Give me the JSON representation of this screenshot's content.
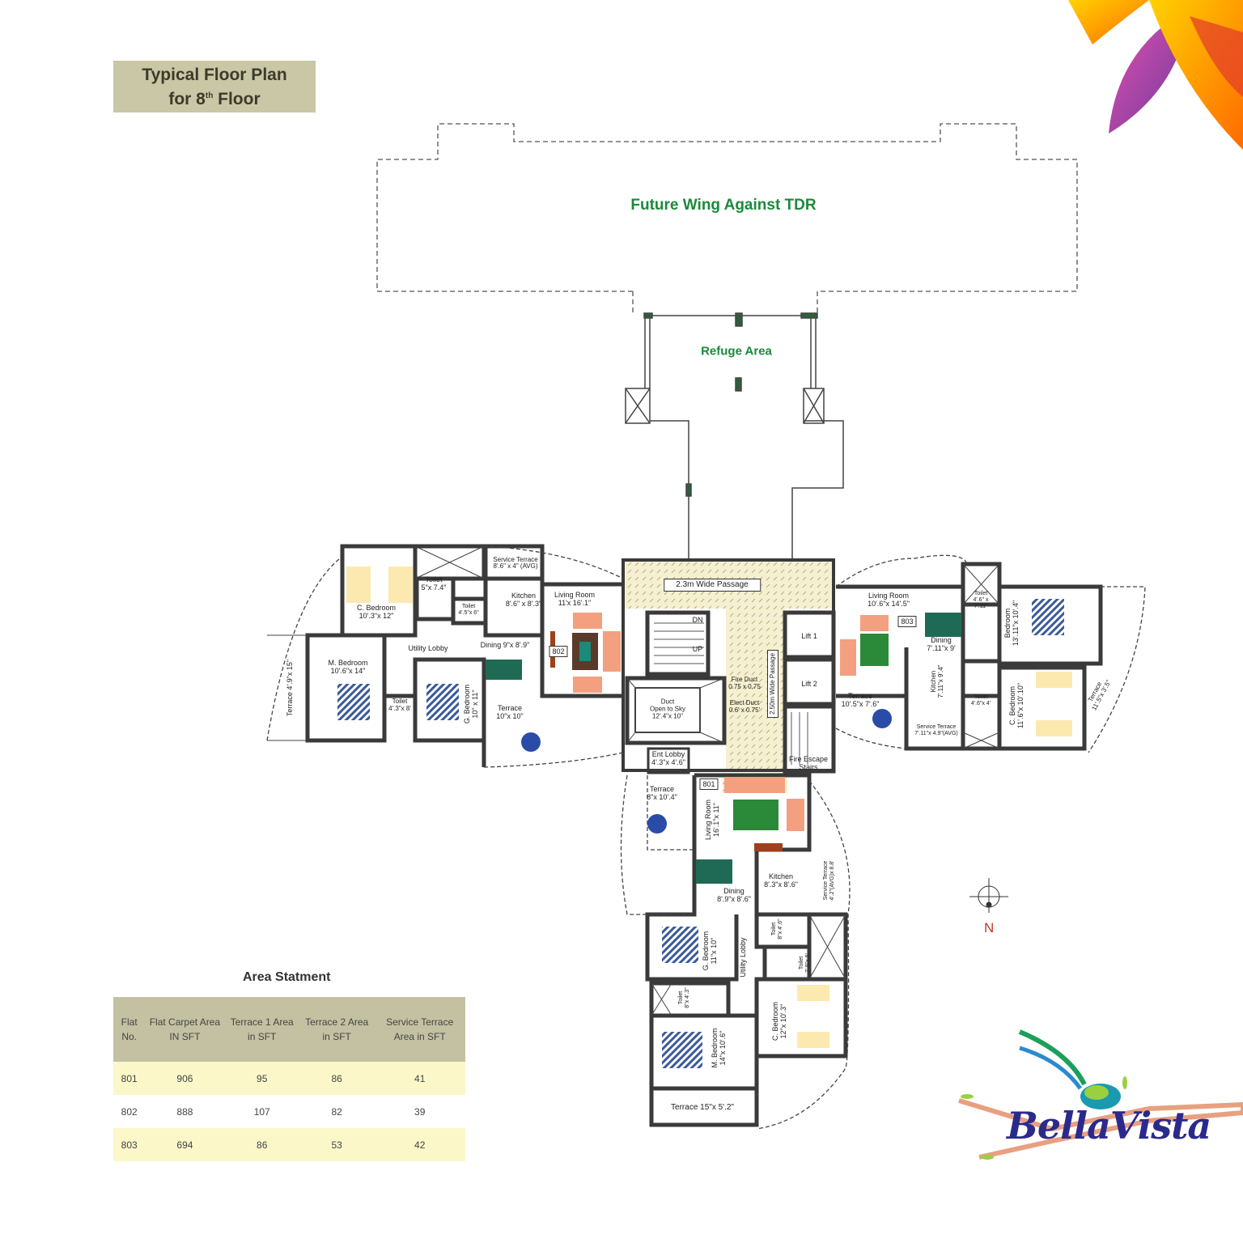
{
  "title": {
    "line1": "Typical Floor Plan",
    "line2_prefix": "for 8",
    "line2_sup": "th",
    "line2_suffix": " Floor"
  },
  "future_wing": "Future Wing Against TDR",
  "refuge_area": "Refuge Area",
  "flat_802": {
    "number": "802",
    "rooms": [
      {
        "name": "C. Bedroom",
        "size": "10'.3\"x 12\""
      },
      {
        "name": "Toilet",
        "size": "5\"x 7.4\""
      },
      {
        "name": "Toilet",
        "size": "4'.5\"x 6\""
      },
      {
        "name": "Service Terrace",
        "size": "8'.6\" x 4\" (AVG)"
      },
      {
        "name": "Kitchen",
        "size": "8'.6\" x 8'.3\""
      },
      {
        "name": "Living Room",
        "size": "11'x 16'.1\""
      },
      {
        "name": "Utility Lobby",
        "size": ""
      },
      {
        "name": "Dining 9\"x 8'.9\"",
        "size": ""
      },
      {
        "name": "M. Bedroom",
        "size": "10'.6\"x 14\""
      },
      {
        "name": "Toilet",
        "size": "4'.3\"x 8'"
      },
      {
        "name": "G. Bedroom",
        "size": "10\" x 11\""
      },
      {
        "name": "Terrace",
        "size": "10\"x 10\""
      },
      {
        "name": "Terrace 4'.9\"x 15\"",
        "size": ""
      }
    ]
  },
  "core": {
    "passage": "2.3m Wide Passage",
    "passage2": "2.50m Wide Passage",
    "dn": "DN",
    "up": "UP",
    "lift1": "Lift 1",
    "lift2": "Lift 2",
    "fire_duct": {
      "name": "Fire Duct",
      "size": "0.75 x 0.75"
    },
    "elect_duct": {
      "name": "Elect Duct",
      "size": "0.6' x 0.75'"
    },
    "duct": {
      "line1": "Duct",
      "line2": "Open to Sky",
      "line3": "12'.4\"x 10\""
    },
    "ent_lobby": {
      "name": "Ent Lobby",
      "size": "4'.3\"x 4'.6\""
    },
    "fire_escape": {
      "line1": "Fire Escape",
      "line2": "Stairs"
    }
  },
  "flat_803": {
    "number": "803",
    "rooms": [
      {
        "name": "Living Room",
        "size": "10'.6\"x 14'.5\""
      },
      {
        "name": "Dining",
        "size": "7'.11\"x 9'"
      },
      {
        "name": "Toilet",
        "size": "4'.6\" x 7'.11\""
      },
      {
        "name": "Bedroom",
        "size": "13'.11\"x 10'.4\""
      },
      {
        "name": "Kitchen",
        "size": "7'.11\"x 9'.4\""
      },
      {
        "name": "Terrace",
        "size": "10'.5\"x 7'.6\""
      },
      {
        "name": "Service Terrace",
        "size": "7'.11\"x 4.9\"(AVG)"
      },
      {
        "name": "Toilet",
        "size": "4'.6\"x 4'"
      },
      {
        "name": "C. Bedroom",
        "size": "11'.6\"x 10'.10\""
      },
      {
        "name": "Terrace",
        "size": "11'.5\"x 3'.5\""
      }
    ]
  },
  "flat_801": {
    "number": "801",
    "rooms": [
      {
        "name": "Terrace",
        "size": "8\"x 10'.4\""
      },
      {
        "name": "Living Room",
        "size": "16'.1\"x 11\""
      },
      {
        "name": "Kitchen",
        "size": "8'.3\"x 8'.6\""
      },
      {
        "name": "Service Terrace",
        "size": "4'.2\"(AVG)x 8.8'"
      },
      {
        "name": "Dining",
        "size": "8'.9\"x 8'.6\""
      },
      {
        "name": "Toilet",
        "size": "8\"x 4'.6\""
      },
      {
        "name": "G. Bedroom",
        "size": "11\"x 10\""
      },
      {
        "name": "Utility Lobby",
        "size": ""
      },
      {
        "name": "Toilet",
        "size": "7'.5\"x 5'"
      },
      {
        "name": "Toilet",
        "size": "8\"x 4'.3\""
      },
      {
        "name": "C. Bedroom",
        "size": "12\"x 10'.3\""
      },
      {
        "name": "M. Bedroom",
        "size": "14\"x 10'.6\""
      },
      {
        "name": "Terrace 15\"x 5'.2\"",
        "size": ""
      }
    ]
  },
  "compass": {
    "label": "N"
  },
  "area_statement": {
    "title": "Area Statment",
    "headers": [
      "Flat No.",
      "Flat Carpet Area IN SFT",
      "Terrace 1 Area in SFT",
      "Terrace 2 Area in SFT",
      "Service Terrace Area in SFT"
    ],
    "rows": [
      [
        "801",
        "906",
        "95",
        "86",
        "41"
      ],
      [
        "802",
        "888",
        "107",
        "82",
        "39"
      ],
      [
        "803",
        "694",
        "86",
        "53",
        "42"
      ]
    ]
  },
  "logo": {
    "text": "BellaVista"
  },
  "colors": {
    "wall": "#3a3a3a",
    "green": "#1a8a3a",
    "header": "#c3c1a2",
    "row": "#fbf7c9",
    "passage": "#f5efcf"
  }
}
